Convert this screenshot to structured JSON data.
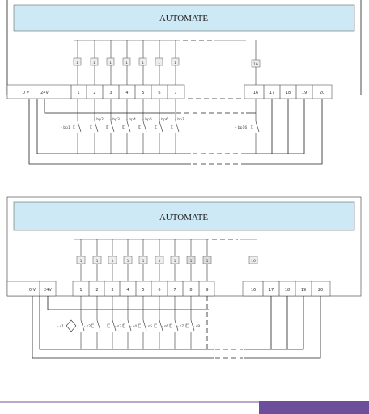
{
  "diagram1": {
    "title": "AUTOMATE",
    "power_left": "0 V",
    "power_right": "24V",
    "terminals": [
      "1",
      "2",
      "3",
      "4",
      "5",
      "6",
      "7",
      "16",
      "17",
      "18",
      "19",
      "20"
    ],
    "modules": [
      "1",
      "1",
      "1",
      "1",
      "1",
      "1",
      "1",
      "16"
    ],
    "switches": [
      "- bp1",
      "- bp2",
      "- bp3",
      "- bp4",
      "- bp5",
      "- bp6",
      "- bp7",
      "- bp16"
    ]
  },
  "diagram2": {
    "title": "AUTOMATE",
    "power_left": "0 V",
    "power_right": "24V",
    "terminals": [
      "1",
      "2",
      "3",
      "4",
      "5",
      "6",
      "7",
      "8",
      "9",
      "16",
      "17",
      "18",
      "19",
      "20"
    ],
    "modules": [
      "1",
      "1",
      "1",
      "1",
      "1",
      "1",
      "1",
      "1",
      "1",
      "16"
    ],
    "switches": [
      "- s1",
      "- s2",
      "- s3",
      "- s4",
      "- s5",
      "- s6",
      "- s7",
      "- s8"
    ]
  },
  "colors": {
    "title_band": "#cde9f6",
    "footer": "#6d4e9b",
    "footer_line": "#b9a9cf"
  }
}
